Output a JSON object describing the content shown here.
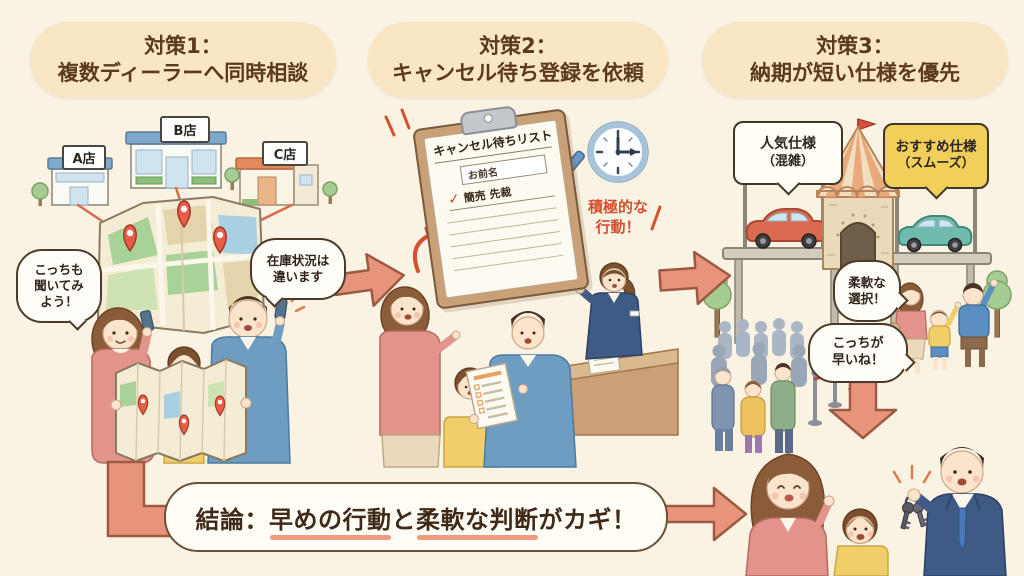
{
  "palette": {
    "background": "#faf3e3",
    "header_pill": "#f8e6c5",
    "brown_text": "#5b3a1d",
    "arrow_accent": "#e8947c",
    "red_accent": "#d4502e",
    "pin_red": "#e85c48"
  },
  "headers": [
    {
      "line1": "対策1：",
      "line2": "複数ディーラーへ同時相談"
    },
    {
      "line1": "対策2：",
      "line2": "キャンセル待ち登録を依頼"
    },
    {
      "line1": "対策3：",
      "line2": "納期が短い仕様を優先"
    }
  ],
  "panel1": {
    "stores": [
      {
        "label": "A店"
      },
      {
        "label": "B店"
      },
      {
        "label": "C店"
      }
    ],
    "bubble_left": [
      "こっちも",
      "聞いてみ",
      "よう！"
    ],
    "bubble_right": [
      "在庫状況は",
      "違います"
    ]
  },
  "panel2": {
    "clipboard_title": "キャンセル待ちリスト",
    "form_label": "お前名",
    "checkmark": "✓",
    "form_entry": "簡売 先裁",
    "note": [
      "積極的な",
      "行動！"
    ]
  },
  "panel3": {
    "sign_left": [
      "人気仕様",
      "（混雑）"
    ],
    "sign_right": [
      "おすすめ仕様",
      "（スムーズ）"
    ],
    "bubble_flexible": [
      "柔軟な",
      "選択！"
    ],
    "bubble_faster": [
      "こっちが",
      "早いね！"
    ]
  },
  "conclusion": {
    "prefix": "結論：",
    "key1": "早めの行動",
    "connector": "と",
    "key2": "柔軟な判断",
    "suffix": "がカギ！"
  }
}
